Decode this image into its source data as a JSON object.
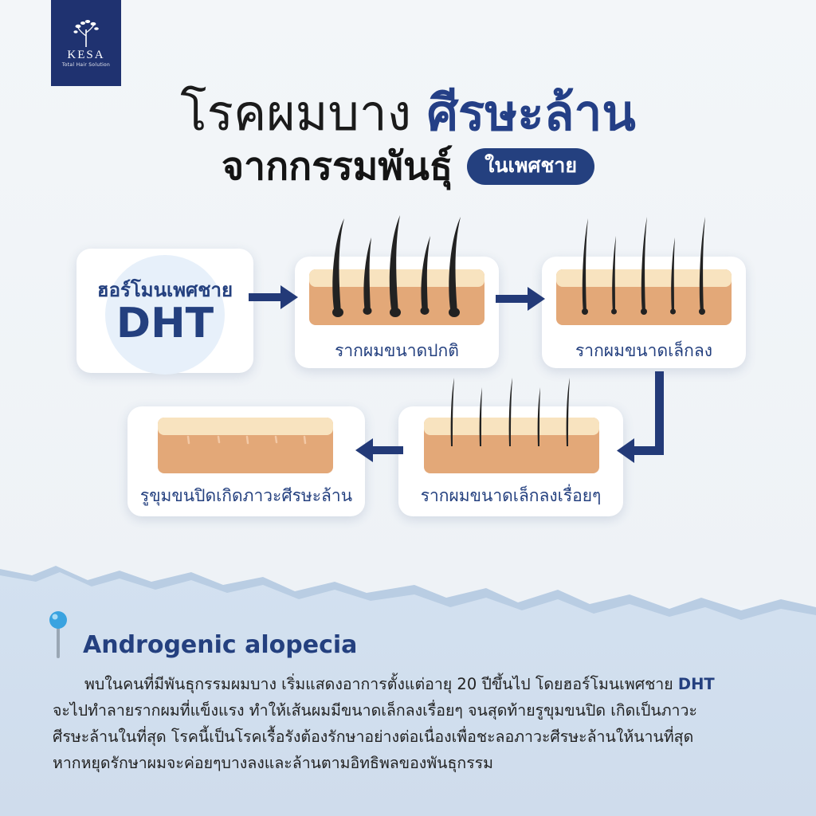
{
  "logo": {
    "name": "KESA",
    "tagline": "Total Hair Solution"
  },
  "title": {
    "line1_light": "โรคผมบาง ",
    "line1_bold": "ศีรษะล้าน",
    "line2": "จากกรรมพันธุ์",
    "pill": "ในเพศชาย"
  },
  "diagram": {
    "hormone_line1": "ฮอร์โมนเพศชาย",
    "hormone_line2": "DHT",
    "stage_normal": "รากผมขนาดปกติ",
    "stage_smaller": "รากผมขนาดเล็กลง",
    "stage_smaller_more": "รากผมขนาดเล็กลงเรื่อยๆ",
    "stage_bald": "รูขุมขนปิดเกิดภาวะศีรษะล้าน"
  },
  "section": {
    "title": "Androgenic alopecia",
    "l1_pre": "พบในคนที่มีพันธุกรรมผมบาง เริ่มแสดงอาการตั้งแต่อายุ 20 ปีขึ้นไป โดยฮอร์โมนเพศชาย ",
    "l1_bold": "DHT",
    "l2": "จะไปทำลายรากผมที่แข็งแรง ทำให้เส้นผมมีขนาดเล็กลงเรื่อยๆ จนสุดท้ายรูขุมขนปิด เกิดเป็นภาวะ",
    "l3": "ศีรษะล้านในที่สุด โรคนี้เป็นโรคเรื้อรังต้องรักษาอย่างต่อเนื่องเพื่อชะลอภาวะศีรษะล้านให้นานที่สุด",
    "l4": "หากหยุดรักษาผมจะค่อยๆบางลงและล้านตามอิทธิพลของพันธุกรรม"
  },
  "colors": {
    "navy": "#24407f",
    "skin": "#e3a878",
    "skin_top": "#f8e3bf",
    "hair": "#222222",
    "logo_bg": "#1f3270",
    "arrow": "#233a78"
  }
}
